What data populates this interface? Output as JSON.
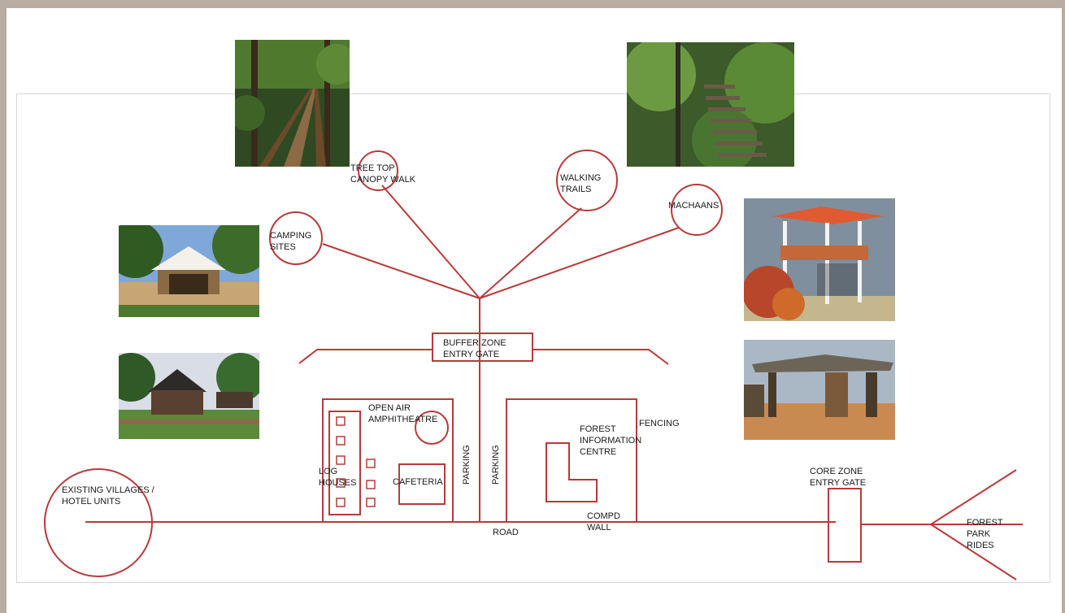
{
  "colors": {
    "line": "#b83a3a",
    "text": "#1a1a1a",
    "slide_bg": "#ffffff"
  },
  "labels": {
    "tree_top_1": "TREE TOP",
    "tree_top_2": "CANOPY WALK",
    "walking_1": "WALKING",
    "walking_2": "TRAILS",
    "machaans": "MACHAANS",
    "camping_1": "CAMPING",
    "camping_2": "SITES",
    "buffer_1": "BUFFER ZONE",
    "buffer_2": "ENTRY GATE",
    "open_air_1": "OPEN AIR",
    "open_air_2": "AMPHITHEATRE",
    "log_1": "LOG",
    "log_2": "HOUSES",
    "cafeteria": "CAFETERIA",
    "parking_a": "PARKING",
    "parking_b": "PARKING",
    "forest_info_1": "FOREST",
    "forest_info_2": "INFORMATION",
    "forest_info_3": "CENTRE",
    "fencing": "FENCING",
    "compd_1": "COMPD",
    "compd_2": "WALL",
    "road": "ROAD",
    "villages_1": "EXISTING VILLAGES /",
    "villages_2": "HOTEL UNITS",
    "core_1": "CORE ZONE",
    "core_2": "ENTRY GATE",
    "rides_1": "FOREST",
    "rides_2": "PARK",
    "rides_3": "RIDES"
  },
  "photos": [
    {
      "name": "canopy-walk-photo"
    },
    {
      "name": "walking-trail-photo"
    },
    {
      "name": "camping-tent-photo"
    },
    {
      "name": "machaan-tower-photo"
    },
    {
      "name": "log-house-photo"
    },
    {
      "name": "entry-gate-photo"
    }
  ]
}
